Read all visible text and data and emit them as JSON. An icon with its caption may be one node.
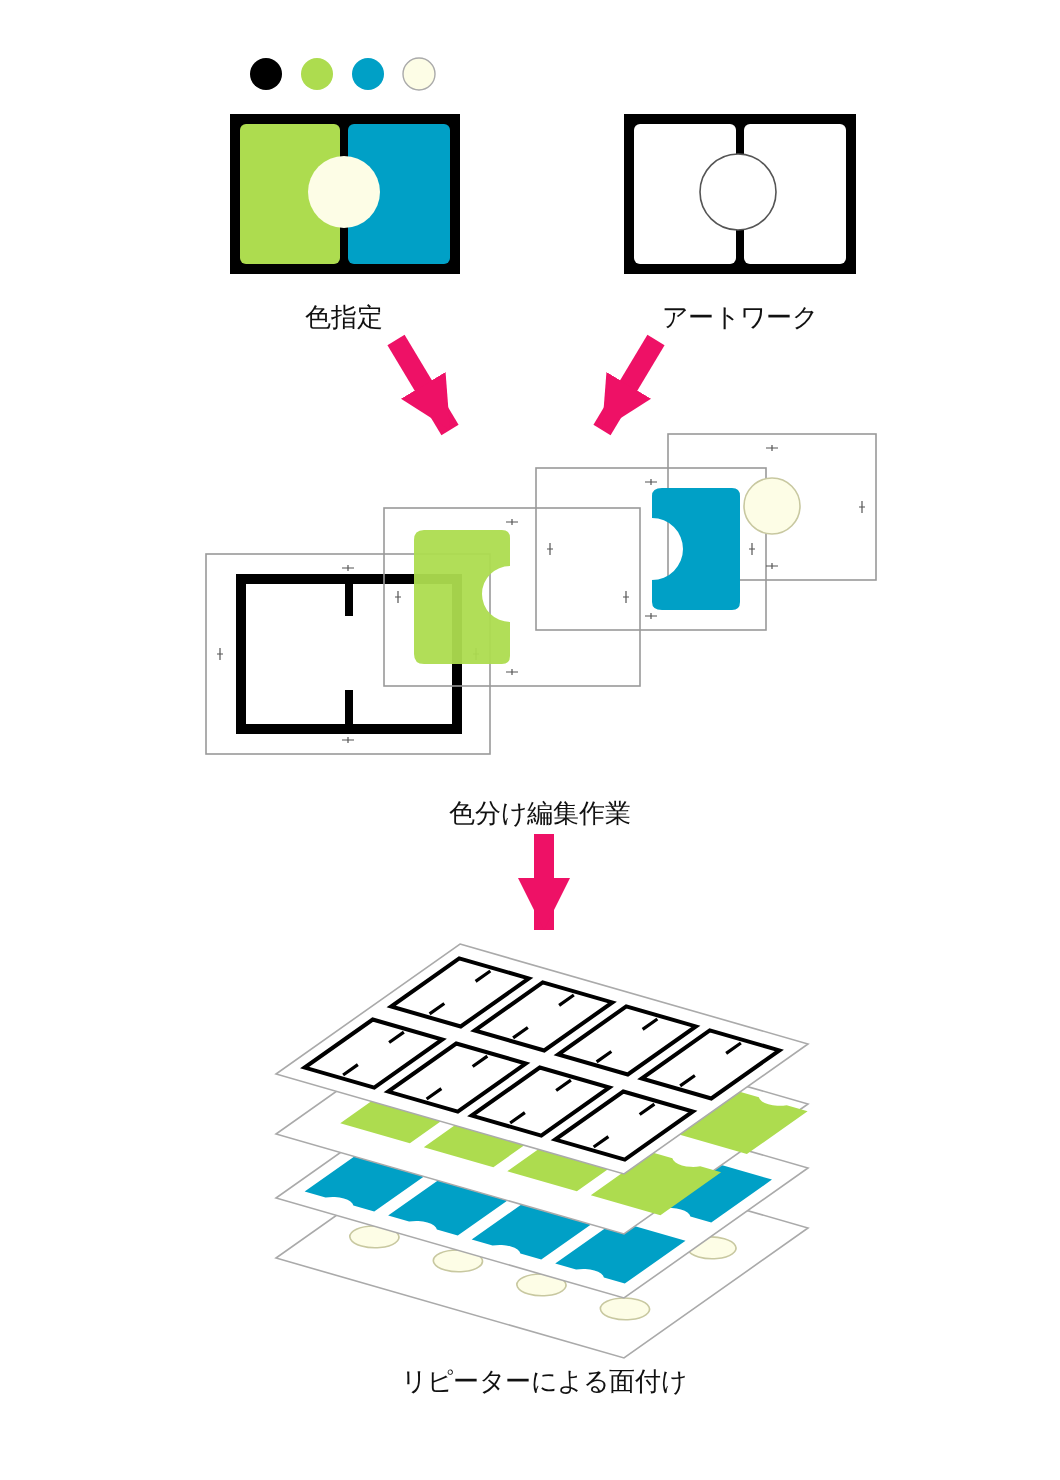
{
  "diagram": {
    "nodes": [
      {
        "text": [
          "色指定"
        ]
      },
      {
        "text": [
          "アートワーク"
        ]
      },
      {
        "text": [
          "色分け編集作業"
        ]
      },
      {
        "text": [
          "リピーターによる面付け"
        ]
      }
    ],
    "edges": [
      {
        "from": 0,
        "to": 2,
        "arrow": "to"
      },
      {
        "from": 1,
        "to": 2,
        "arrow": "to"
      },
      {
        "from": 2,
        "to": 3,
        "arrow": "to"
      }
    ]
  }
}
